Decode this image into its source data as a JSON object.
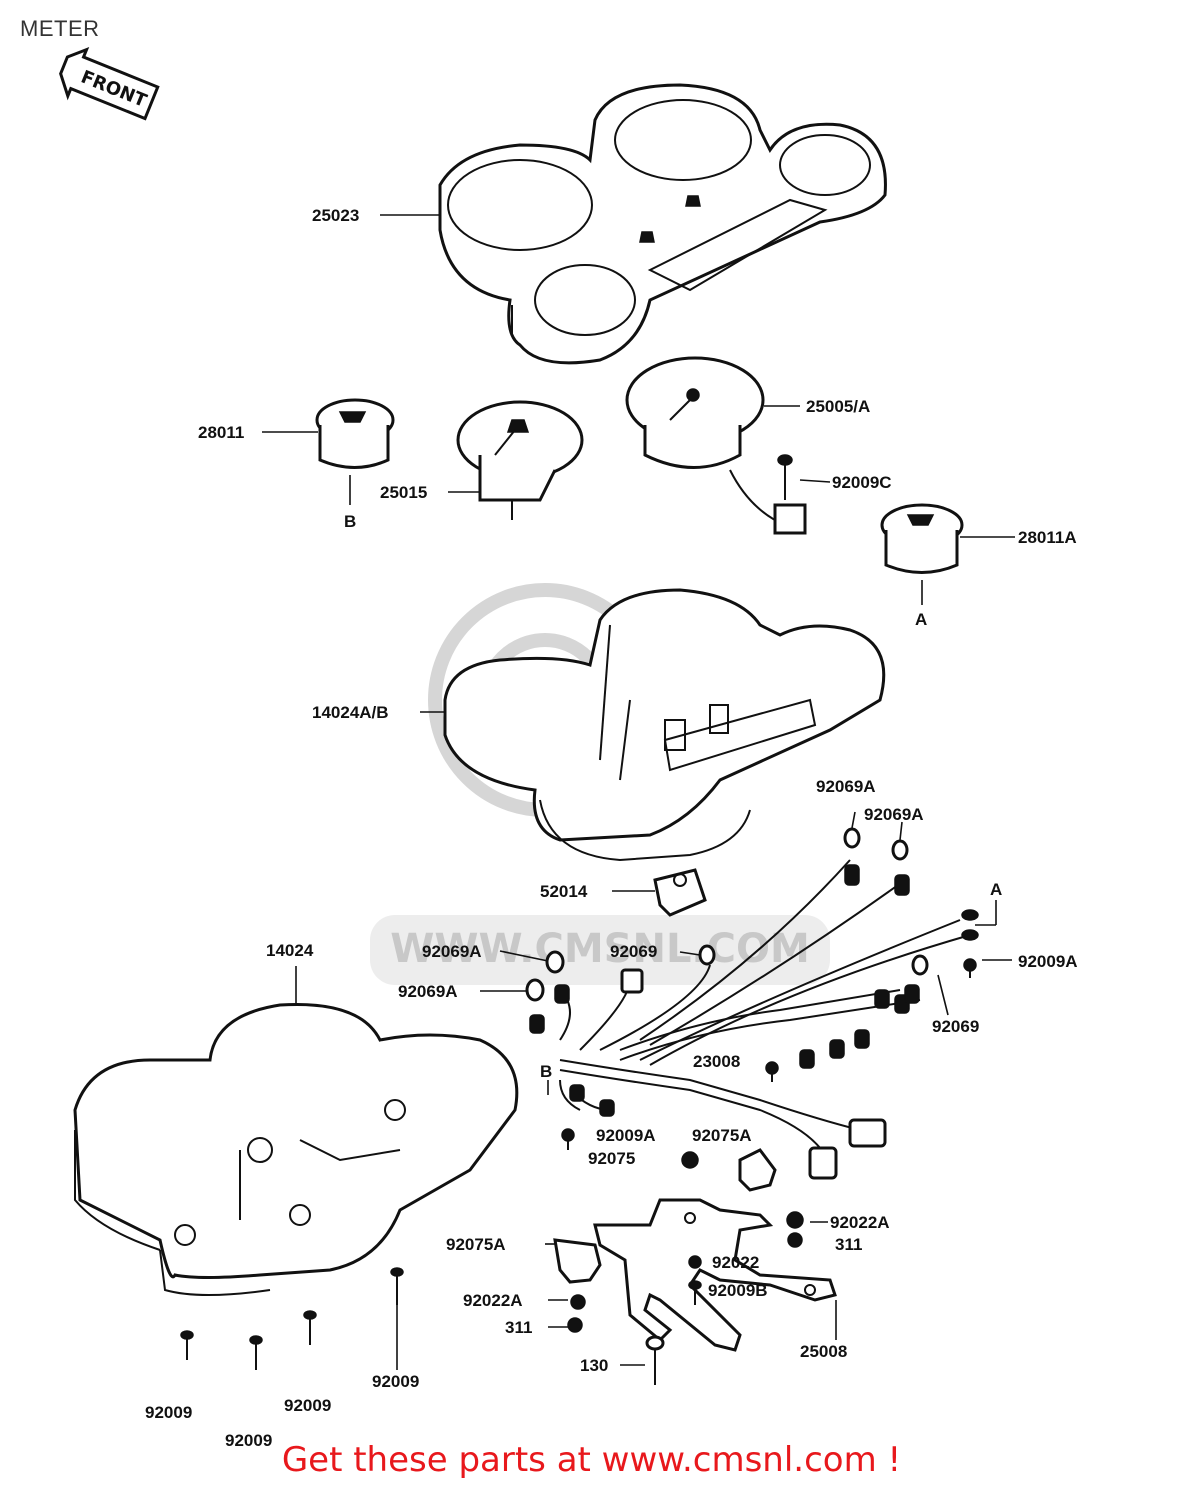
{
  "page": {
    "title": "METER"
  },
  "orientation": {
    "front_label": "FRONT"
  },
  "watermark": {
    "text": "WWW.CMSNL.COM"
  },
  "footer": {
    "text": "Get these parts at www.cmsnl.com !",
    "color": "#e8181c"
  },
  "callouts": {
    "c25023": "25023",
    "c28011": "28011",
    "c28011_connector": "B",
    "c25015": "25015",
    "c25005": "25005/A",
    "c92009c": "92009C",
    "c28011a": "28011A",
    "c28011a_connector": "A",
    "c14024ab": "14024A/B",
    "c52014": "52014",
    "c92069a_1": "92069A",
    "c92069a_2": "92069A",
    "c92069a_3": "92069A",
    "c92069a_4": "92069A",
    "c92069_1": "92069",
    "c92069_2": "92069",
    "c_harness_a": "A",
    "c92009a_1": "92009A",
    "c14024": "14024",
    "c23008": "23008",
    "c_harness_b": "B",
    "c92009a_2": "92009A",
    "c92075a_1": "92075A",
    "c92075": "92075",
    "c92022a_1": "92022A",
    "c311_1": "311",
    "c92022": "92022",
    "c92009b": "92009B",
    "c92075a_2": "92075A",
    "c92022a_2": "92022A",
    "c311_2": "311",
    "c25008": "25008",
    "c130": "130",
    "c92009_1": "92009",
    "c92009_2": "92009",
    "c92009_3": "92009",
    "c92009_4": "92009"
  }
}
